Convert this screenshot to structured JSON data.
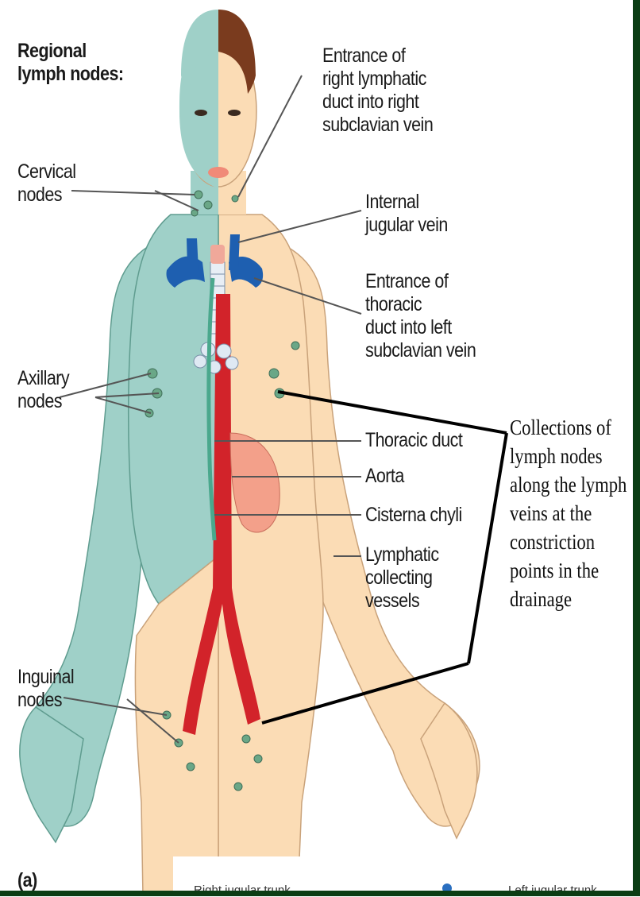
{
  "heading": {
    "line1": "Regional",
    "line2": "lymph nodes:"
  },
  "labels": {
    "cervical": [
      "Cervical",
      "nodes"
    ],
    "axillary": [
      "Axillary",
      "nodes"
    ],
    "inguinal": [
      "Inguinal",
      "nodes"
    ],
    "entrance_right": [
      "Entrance of",
      "right lymphatic",
      "duct into right",
      "subclavian vein"
    ],
    "internal_jugular": [
      "Internal",
      "jugular vein"
    ],
    "entrance_thoracic": [
      "Entrance of",
      "thoracic",
      "duct into left",
      "subclavian vein"
    ],
    "thoracic_duct": "Thoracic duct",
    "aorta": "Aorta",
    "cisterna_chyli": "Cisterna chyli",
    "lymphatic_vessels": [
      "Lymphatic",
      "collecting",
      "vessels"
    ]
  },
  "annotation": [
    "Collections of",
    "lymph nodes",
    "along the lymph",
    "veins at the",
    "constriction",
    "points in the",
    "drainage"
  ],
  "panel_letter": "(a)",
  "bottom_strip": {
    "left": "Right jugular trunk",
    "right": "Left jugular trunk"
  },
  "colors": {
    "lymph_teal": "#9fd0c8",
    "skin": "#fbdcb5",
    "hair": "#7a3b1e",
    "vein_blue": "#1e5fb0",
    "aorta_red": "#d2232a",
    "frame_green": "#0b3d14",
    "node_green": "#6aa787"
  }
}
